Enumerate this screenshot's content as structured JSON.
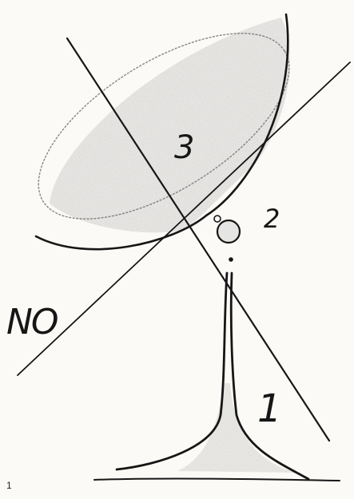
{
  "labels": {
    "number_one": "1",
    "number_two": "2",
    "number_three": "3",
    "no": "NO"
  },
  "page_number": "1",
  "colors": {
    "ink": "#161616",
    "pencil_shading": "#9a9a9a",
    "paper": "#fbfaf7"
  }
}
